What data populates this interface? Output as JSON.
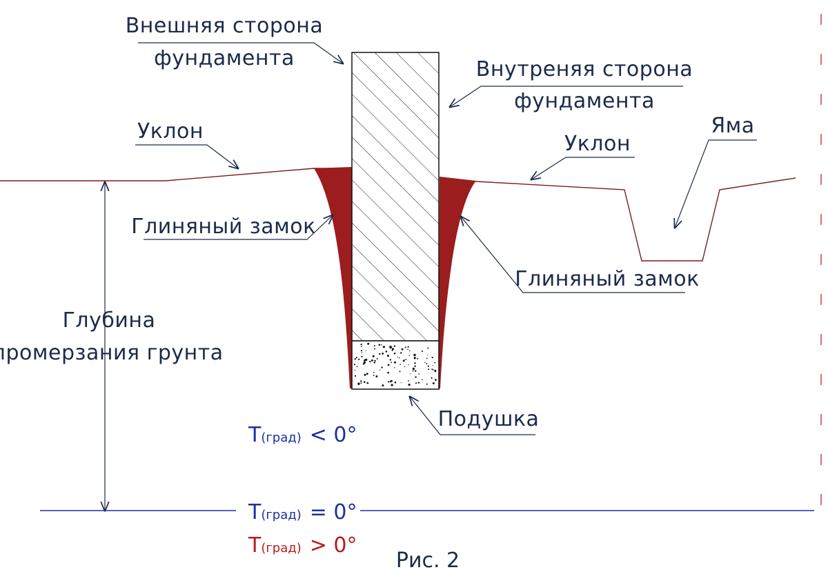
{
  "labels": {
    "outer_side_line1": "Внешняя сторона",
    "outer_side_line2": "фундамента",
    "inner_side_line1": "Внутреняя сторона",
    "inner_side_line2": "фундамента",
    "slope_left": "Уклон",
    "slope_right": "Уклон",
    "pit": "Яма",
    "clay_lock_left": "Глиняный замок",
    "clay_lock_right": "Глиняный замок",
    "depth_line1": "Глубина",
    "depth_line2": "промерзания грунта",
    "cushion": "Подушка",
    "figure_caption": "Рис. 2"
  },
  "temperatures": {
    "below_zero": {
      "t": "T",
      "sub": "(град)",
      "rel": "< 0°",
      "color": "#1f2fa0"
    },
    "at_zero": {
      "t": "T",
      "sub": "(град)",
      "rel": "= 0°",
      "color": "#1f2fa0"
    },
    "above_zero": {
      "t": "T",
      "sub": "(град)",
      "rel": "> 0°",
      "color": "#b41c1c"
    }
  },
  "colors": {
    "ground_line": "#7a1c1c",
    "clay": "#9b1d1d",
    "frost_line": "#1f2fa0",
    "text": "#1c2a4a",
    "cut_mark": "#c84040"
  }
}
